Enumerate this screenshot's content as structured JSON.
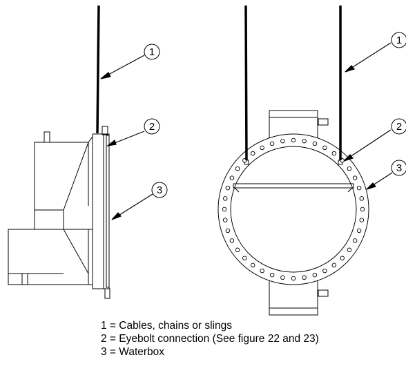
{
  "callouts": {
    "left": [
      "1",
      "2",
      "3"
    ],
    "right": [
      "1",
      "2",
      "3"
    ]
  },
  "legend": [
    "1 = Cables, chains or slings",
    "2 = Eyebolt connection  (See figure 22 and 23)",
    "3 = Waterbox"
  ]
}
